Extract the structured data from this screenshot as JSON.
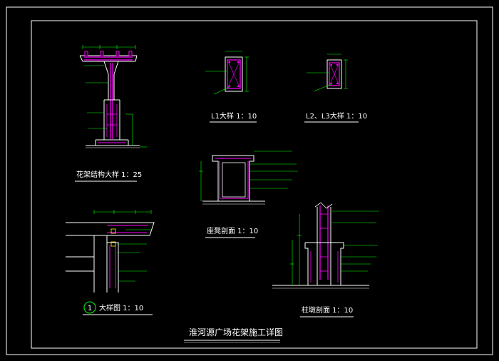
{
  "sheet_title": "淮河源广场花架施工详图",
  "colors": {
    "background": "#000000",
    "frame": "#ffffff",
    "outline": "#ffffff",
    "rebar": "#ff00ff",
    "leader": "#00ff00",
    "accent": "#ffff00"
  },
  "details": {
    "trellis_elevation": {
      "label": "花架结构大样 1：25"
    },
    "l1": {
      "label": "L1大样 1：10"
    },
    "l2_l3": {
      "label": "L2、L3大样 1：10"
    },
    "seat": {
      "label": "座凳剖面 1：10"
    },
    "detail_1": {
      "marker": "1",
      "label": "大样图 1：10"
    },
    "column": {
      "label": "柱墩剖面 1：10"
    }
  }
}
